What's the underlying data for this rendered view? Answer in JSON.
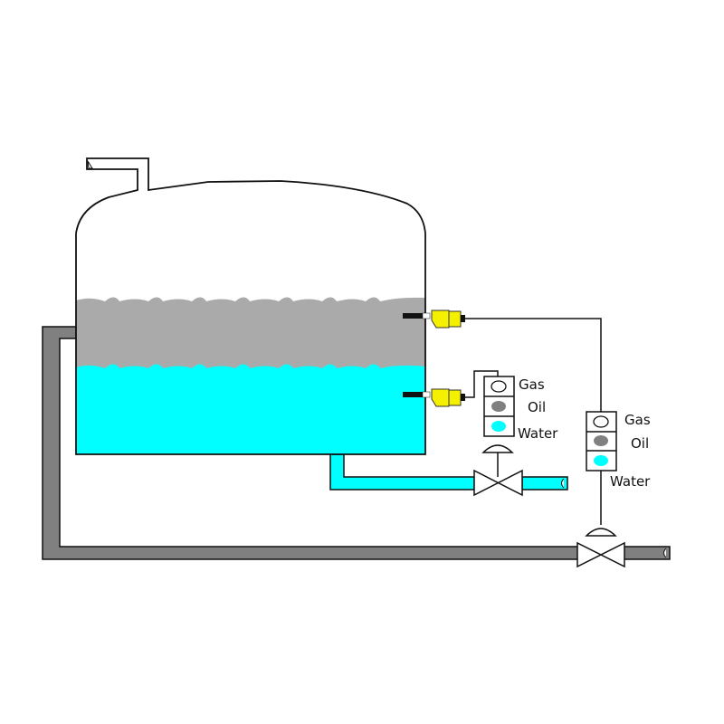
{
  "diagram": {
    "title": "Three-phase separator tank with interface level sensors",
    "colors": {
      "outline": "#111111",
      "gas": "#ffffff",
      "oil": "#aaaaaa",
      "water": "#00ffff",
      "oil_pipe": "#808080",
      "water_pipe": "#00ffff",
      "sensor": "#f5f000",
      "indicator_oil": "#808080",
      "indicator_water": "#00ffff"
    },
    "indicators": [
      {
        "id": "upper-interface-indicator",
        "labels": {
          "gas": "Gas",
          "oil": "Oil",
          "water": "Water"
        },
        "active_state": "Water"
      },
      {
        "id": "lower-interface-indicator",
        "labels": {
          "gas": "Gas",
          "oil": "Oil",
          "water": "Water"
        },
        "active_state": "Water"
      }
    ],
    "components": {
      "tank": "Separator vessel",
      "sensor_upper": "Oil/gas interface sensor",
      "sensor_lower": "Water/oil interface sensor",
      "valve_water": "Water dump valve",
      "valve_oil": "Oil dump valve",
      "pipe_water": "Water outlet line",
      "pipe_oil": "Oil outlet line",
      "gas_outlet": "Gas outlet"
    }
  }
}
